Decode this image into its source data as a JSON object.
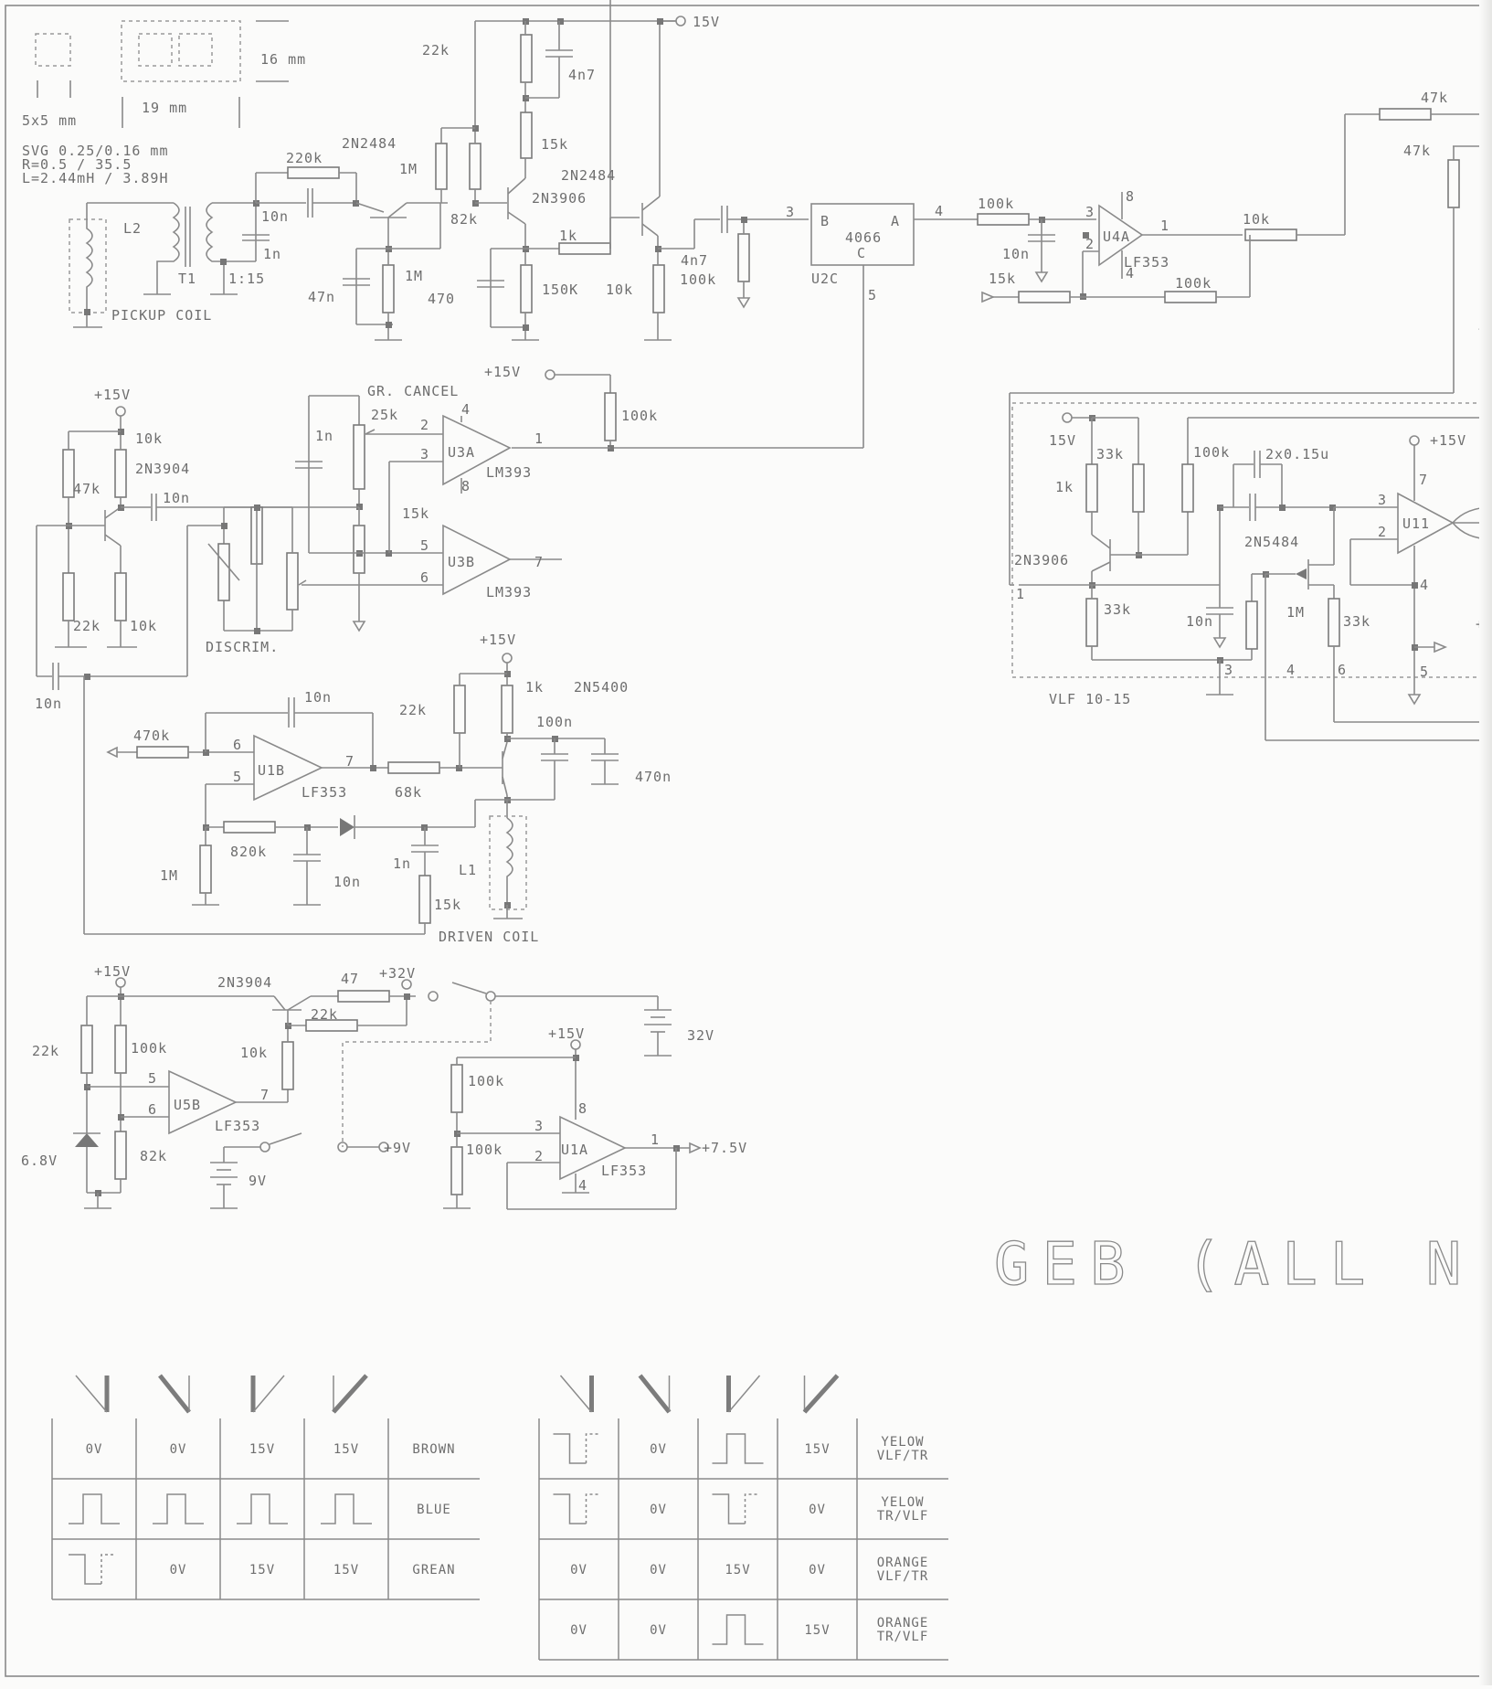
{
  "title": "GEB (ALL N",
  "footprint": {
    "small_pad": "5x5 mm",
    "large_pad_width": "19 mm",
    "large_pad_height": "16 mm"
  },
  "coil_spec": [
    "SVG 0.25/0.16 mm",
    "R=0.5 / 35.5",
    "L=2.44mH / 3.89H"
  ],
  "labels": {
    "pickup_coil": "PICKUP COIL",
    "l2": "L2",
    "t1": "T1",
    "ratio": "1:15",
    "r220k": "220k",
    "c10n_a": "10n",
    "c1n_a": "1n",
    "q1": "2N2484",
    "r1m_a": "1M",
    "r1m_b": "1M",
    "c47n": "47n",
    "r22k_a": "22k",
    "r82k": "82k",
    "q2": "2N3906",
    "q3": "2N2484",
    "r15k_a": "15k",
    "c4n7_a": "4n7",
    "c470": "470",
    "r150k": "150K",
    "r10k_a": "10k",
    "r1k_a": "1k",
    "c4n7_b": "4n7",
    "r100k_a": "100k",
    "vplus15_top": "15V",
    "u2c_pin3": "3",
    "u2c_b": "B",
    "u2c_a": "A",
    "u2c_c": "C",
    "u2c_part": "4066",
    "u2c_name": "U2C",
    "u2c_pin4": "4",
    "u2c_pin5": "5",
    "r100k_b": "100k",
    "c10n_b": "10n",
    "r15k_b": "15k",
    "u4a": "U4A",
    "u4a_part": "LF353",
    "u4a_pin3": "3",
    "u4a_pin2": "2",
    "u4a_pin8": "8",
    "u4a_pin4": "4",
    "u4a_pin1": "1",
    "r100k_c": "100k",
    "r10k_b": "10k",
    "r47k_a": "47k",
    "r47k_b": "47k",
    "vplus15_b": "+15V",
    "gr_cancel": "GR. CANCEL",
    "r25k": "25k",
    "c1n_b": "1n",
    "r15k_c": "15k",
    "u3a": "U3A",
    "u3a_part": "LM393",
    "u3a_pin2": "2",
    "u3a_pin3": "3",
    "u3a_pin4": "4",
    "u3a_pin8": "8",
    "u3a_pin1": "1",
    "u3b": "U3B",
    "u3b_part": "LM393",
    "u3b_pin5": "5",
    "u3b_pin6": "6",
    "u3b_pin7": "7",
    "r100k_d": "100k",
    "vplus15_c": "+15V",
    "r10k_c": "10k",
    "q4": "2N3904",
    "r47k_c": "47k",
    "c10n_c": "10n",
    "r22k_b": "22k",
    "r10k_d": "10k",
    "c10n_d": "10n",
    "discrim": "DISCRIM.",
    "vplus15_d": "+15V",
    "c10n_e": "10n",
    "r470k": "470k",
    "u1b": "U1B",
    "u1b_part": "LF353",
    "u1b_pin6": "6",
    "u1b_pin5": "5",
    "u1b_pin7": "7",
    "r68k": "68k",
    "r22k_c": "22k",
    "r1k_b": "1k",
    "q5": "2N5400",
    "c100n": "100n",
    "c470n": "470n",
    "r820k": "820k",
    "r1m_c": "1M",
    "c10n_f": "10n",
    "c1n_c": "1n",
    "r15k_d": "15k",
    "l1": "L1",
    "driven_coil": "DRIVEN COIL",
    "vplus15_e": "+15V",
    "q6": "2N3904",
    "r47": "47",
    "vplus32": "+32V",
    "r22k_d": "22k",
    "r10k_e": "10k",
    "r22k_e": "22k",
    "r100k_e": "100k",
    "u5b": "U5B",
    "u5b_part": "LF353",
    "u5b_pin5": "5",
    "u5b_pin6": "6",
    "u5b_pin7": "7",
    "zener": "6.8V",
    "r82k_b": "82k",
    "bat9": "9V",
    "vplus9": "+9V",
    "bat32": "32V",
    "vplus15_f": "+15V",
    "r100k_f": "100k",
    "r100k_g": "100k",
    "u1a": "U1A",
    "u1a_part": "LF353",
    "u1a_pin3": "3",
    "u1a_pin2": "2",
    "u1a_pin8": "8",
    "u1a_pin4": "4",
    "u1a_pin1": "1",
    "vout75": "+7.5V",
    "vlf_v15": "15V",
    "vlf_r33k_a": "33k",
    "vlf_r1k": "1k",
    "vlf_r100k": "100k",
    "vlf_c2x": "2x0.15u",
    "vlf_q1": "2N3906",
    "vlf_q2": "2N5484",
    "vlf_r33k_b": "33k",
    "vlf_c10n": "10n",
    "vlf_r1m": "1M",
    "vlf_r33k_c": "33k",
    "vlf_u11": "U11",
    "vlf_u11_pin3": "3",
    "vlf_u11_pin2": "2",
    "vlf_u11_pin7": "7",
    "vlf_u11_pin4": "4",
    "vlf_u11_pin5": "5",
    "vlf_vplus15": "+15V",
    "vlf_pin1": "1",
    "vlf_pin3": "3",
    "vlf_pin4": "4",
    "vlf_pin6": "6",
    "vlf_block": "VLF 10-15",
    "edge_c": "C",
    "edge_plus1": "+",
    "edge_plus2": "+"
  },
  "switch_table_left": {
    "rows": [
      {
        "cells": [
          "0V",
          "0V",
          "15V",
          "15V"
        ],
        "wire": "BROWN"
      },
      {
        "cells": [
          "pulse-up",
          "pulse-up",
          "pulse-up",
          "pulse-up"
        ],
        "wire": "BLUE"
      },
      {
        "cells": [
          "pulse-down",
          "0V",
          "15V",
          "15V"
        ],
        "wire": "GREAN"
      }
    ]
  },
  "switch_table_right": {
    "rows": [
      {
        "cells": [
          "pulse-down",
          "0V",
          "pulse-up",
          "15V"
        ],
        "wire": [
          "YELOW",
          "VLF/TR"
        ]
      },
      {
        "cells": [
          "pulse-down",
          "0V",
          "pulse-down",
          "0V"
        ],
        "wire": [
          "YELOW",
          "TR/VLF"
        ]
      },
      {
        "cells": [
          "0V",
          "0V",
          "15V",
          "0V"
        ],
        "wire": [
          "ORANGE",
          "VLF/TR"
        ]
      },
      {
        "cells": [
          "0V",
          "0V",
          "pulse-up",
          "15V"
        ],
        "wire": [
          "ORANGE",
          "TR/VLF"
        ]
      }
    ]
  },
  "switch_position_icons": [
    "switch-pos-1-icon",
    "switch-pos-2-icon",
    "switch-pos-3-icon",
    "switch-pos-4-icon"
  ]
}
